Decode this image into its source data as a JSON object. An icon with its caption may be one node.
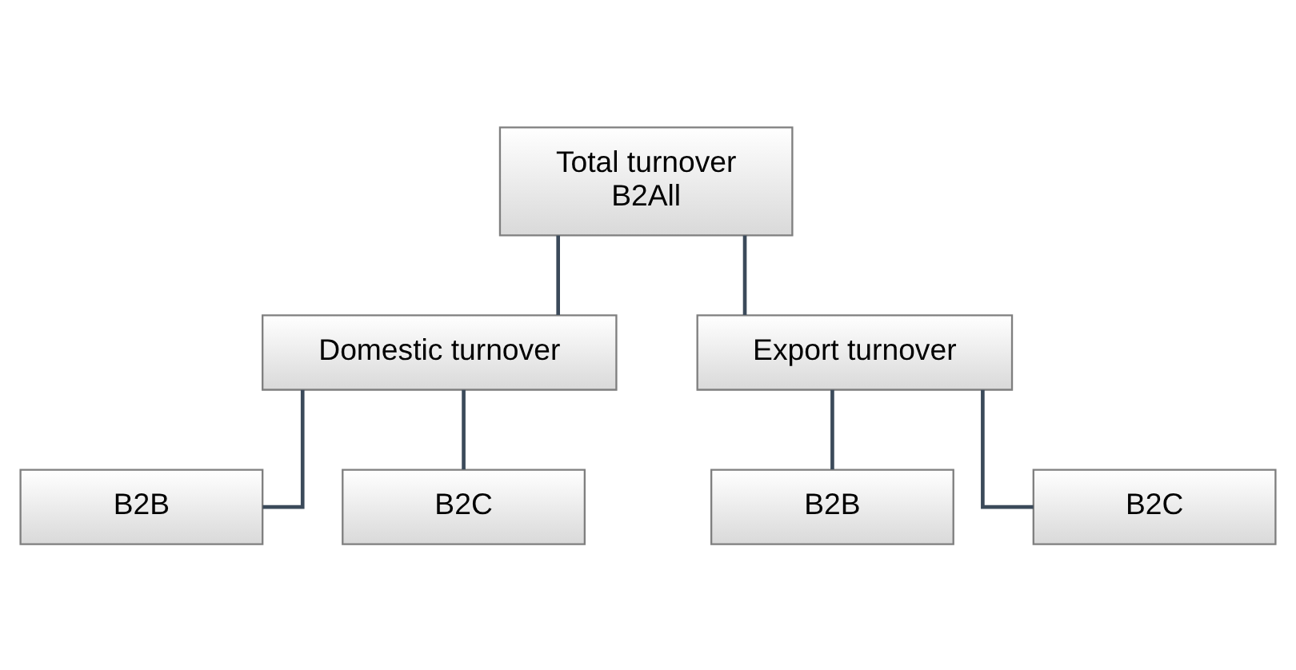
{
  "diagram": {
    "nodes": [
      {
        "text": [
          "Total turnover",
          "B2All"
        ]
      },
      {
        "text": [
          "Domestic turnover"
        ]
      },
      {
        "text": [
          "Export turnover"
        ]
      },
      {
        "text": [
          "B2B"
        ]
      },
      {
        "text": [
          "B2C"
        ]
      },
      {
        "text": [
          "B2B"
        ]
      },
      {
        "text": [
          "B2C"
        ]
      }
    ],
    "edges": [
      {
        "from": 0,
        "to": 1,
        "arrow": "none"
      },
      {
        "from": 0,
        "to": 2,
        "arrow": "none"
      },
      {
        "from": 1,
        "to": 3,
        "arrow": "none"
      },
      {
        "from": 1,
        "to": 4,
        "arrow": "none"
      },
      {
        "from": 2,
        "to": 5,
        "arrow": "none"
      },
      {
        "from": 2,
        "to": 6,
        "arrow": "none"
      }
    ]
  }
}
